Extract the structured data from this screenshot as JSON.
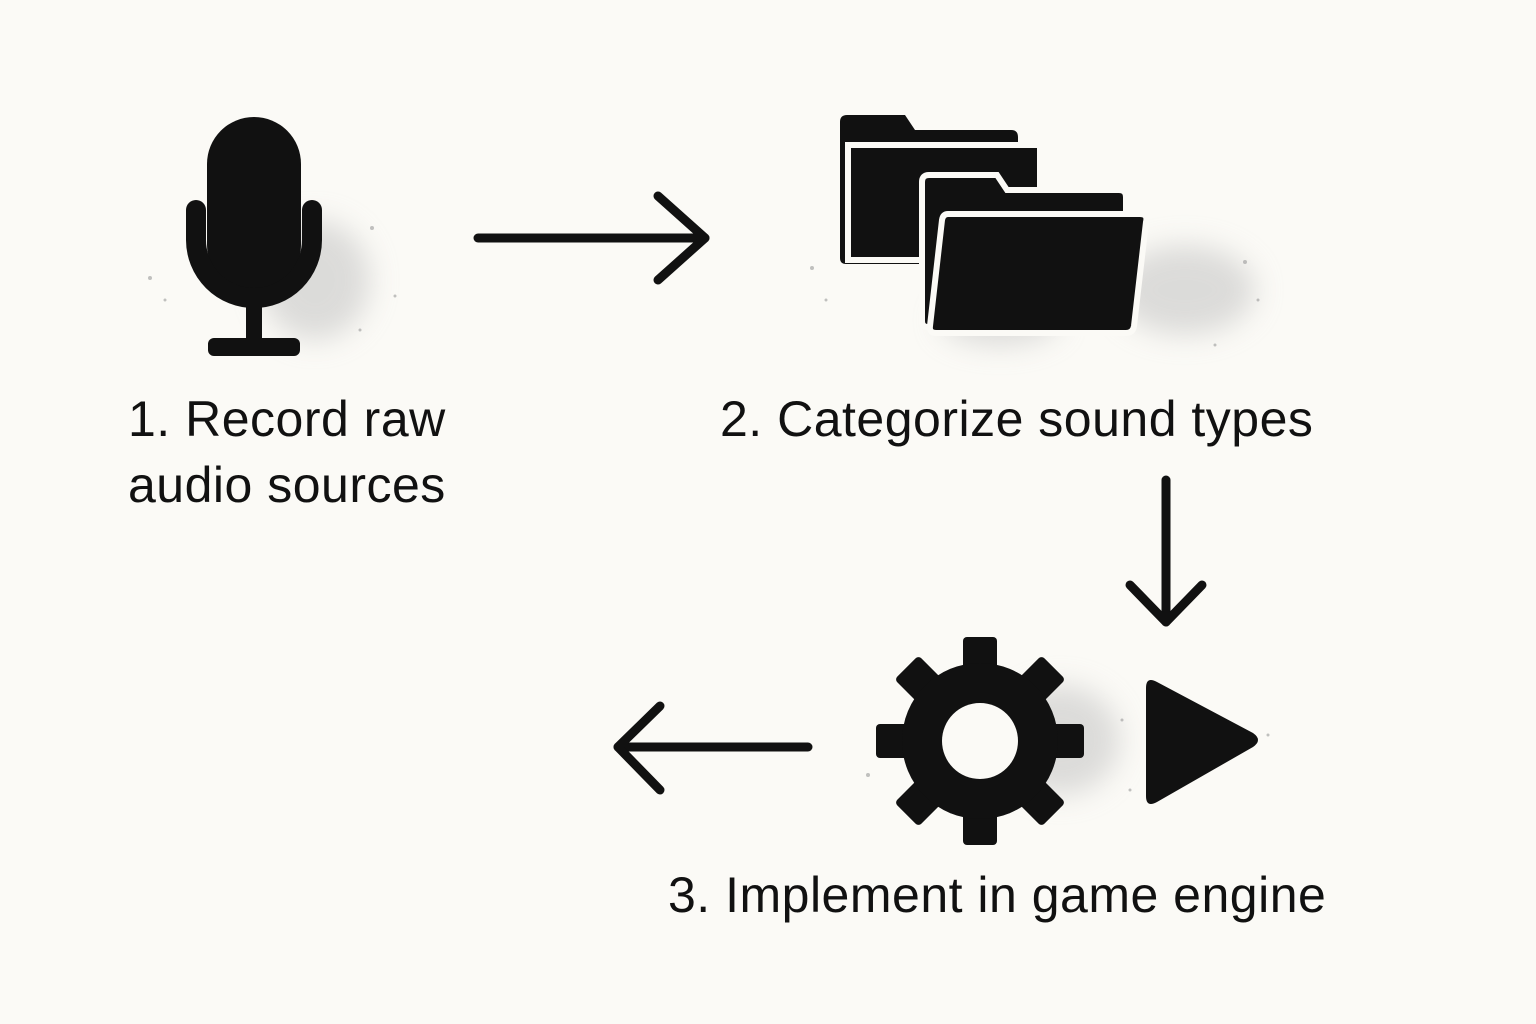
{
  "steps": [
    {
      "lines": [
        "1. Record raw",
        "audio sources"
      ],
      "icon": "microphone-icon"
    },
    {
      "lines": [
        "2. Categorize sound types"
      ],
      "icon": "folders-icon"
    },
    {
      "lines": [
        "3. Implement in game engine"
      ],
      "icon": "gear-play-icon"
    }
  ],
  "colors": {
    "background": "#fbfaf6",
    "ink": "#111111",
    "splash": "#bdbdbd"
  }
}
